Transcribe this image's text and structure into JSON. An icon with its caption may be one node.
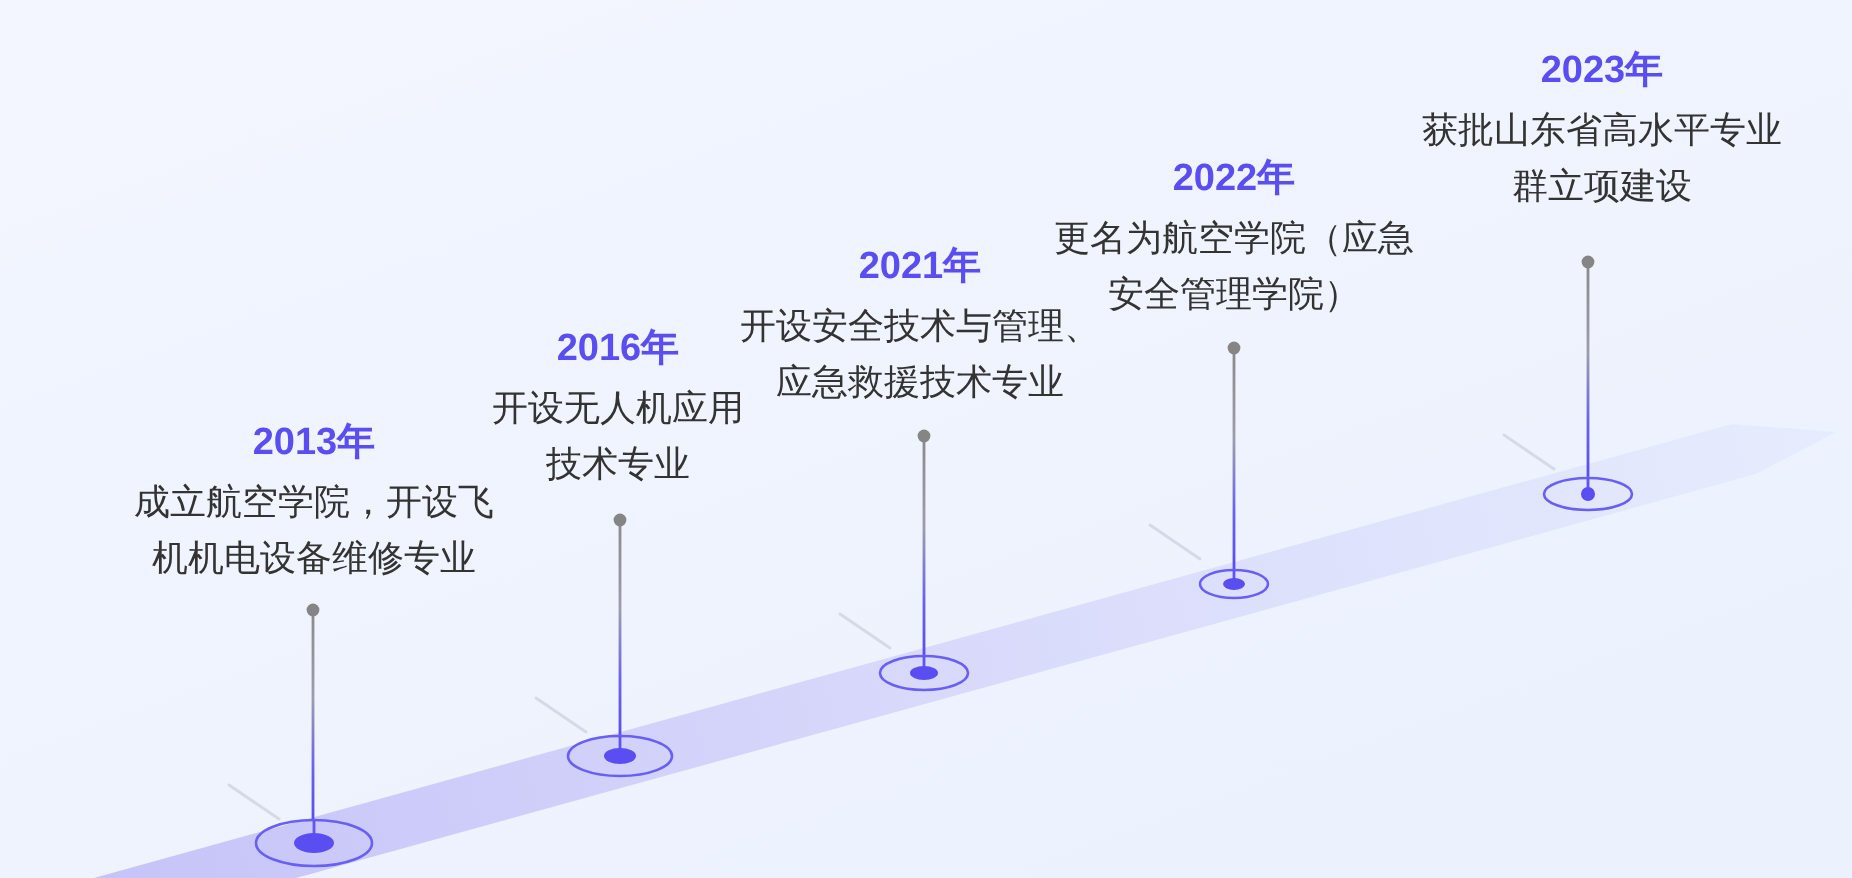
{
  "diagram": {
    "nodes": [
      {
        "text": [
          "2013年",
          "成立航空学院，开设飞机机电设备维修专业"
        ]
      },
      {
        "text": [
          "2016年",
          "开设无人机应用技术专业"
        ]
      },
      {
        "text": [
          "2021年",
          "开设安全技术与管理、应急救援技术专业"
        ]
      },
      {
        "text": [
          "2022年",
          "更名为航空学院（应急安全管理学院）"
        ]
      },
      {
        "text": [
          "2023年",
          "获批山东省高水平专业群立项建设"
        ]
      },
      {
        "text": [],
        "shape": "circle"
      },
      {
        "text": [],
        "shape": "circle"
      },
      {
        "text": [],
        "shape": "circle"
      },
      {
        "text": [],
        "shape": "circle"
      },
      {
        "text": [],
        "shape": "circle"
      }
    ],
    "edges": [
      {
        "from": 0,
        "to": 5,
        "arrow": "other"
      },
      {
        "from": 1,
        "to": 6,
        "arrow": "other"
      },
      {
        "from": 2,
        "to": 7,
        "arrow": "other"
      },
      {
        "from": 3,
        "to": 8,
        "arrow": "other"
      },
      {
        "from": 4,
        "to": 9,
        "arrow": "other"
      }
    ]
  }
}
